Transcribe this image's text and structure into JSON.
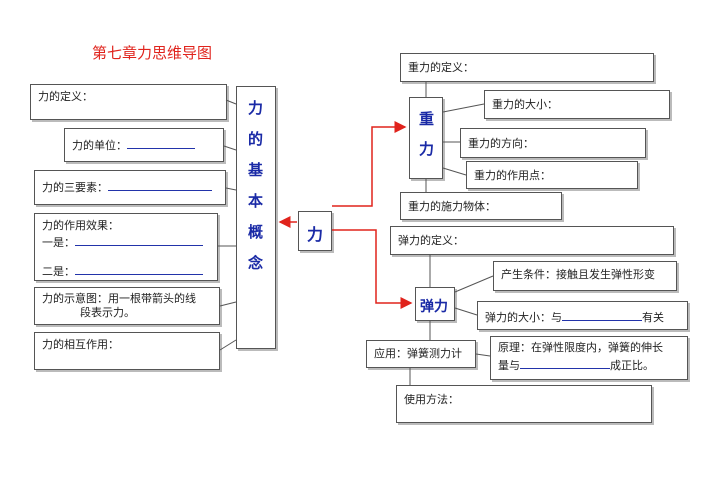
{
  "title": "第七章力思维导图",
  "center_node": "力",
  "concepts": {
    "column_label": "力的基本概念",
    "chars": [
      "力",
      "的",
      "基",
      "本",
      "概",
      "念"
    ],
    "items": {
      "definition": "力的定义：",
      "unit": "力的单位：",
      "three_elements": "力的三要素：",
      "effect_title": "力的作用效果：",
      "effect_one": "一是：",
      "effect_two": "二是：",
      "diagram_line1": "力的示意图：用一根带箭头的线",
      "diagram_line2": "段表示力。",
      "mutual": "力的相互作用："
    }
  },
  "gravity": {
    "node": "重力",
    "chars": [
      "重",
      "力"
    ],
    "definition": "重力的定义：",
    "magnitude": "重力的大小：",
    "direction": "重力的方向：",
    "point": "重力的作用点：",
    "source": "重力的施力物体："
  },
  "elastic": {
    "node": "弹力",
    "definition": "弹力的定义：",
    "condition": "产生条件：接触且发生弹性形变",
    "magnitude_prefix": "弹力的大小：与",
    "magnitude_suffix": "有关",
    "application": "应用：弹簧测力计",
    "principle_line1": "原理：在弹性限度内，弹簧的伸长",
    "principle_prefix": "量与",
    "principle_suffix": "成正比。",
    "usage": "使用方法："
  },
  "colors": {
    "arrow": "#e0231c",
    "title": "#e0231c",
    "node_text": "#1a2aa6",
    "blank_line": "#2233aa"
  }
}
